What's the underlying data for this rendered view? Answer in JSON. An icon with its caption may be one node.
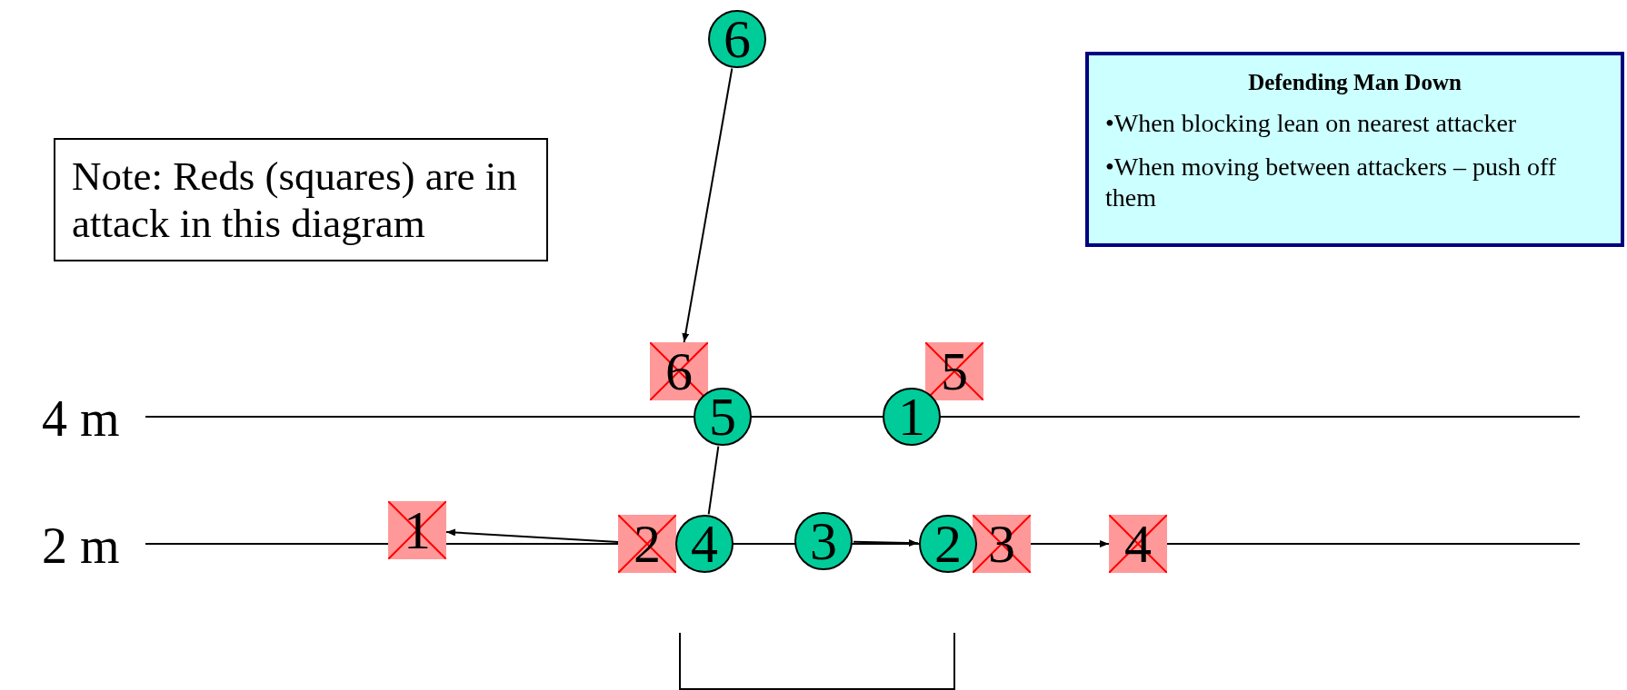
{
  "diagram": {
    "nodes": [
      {
        "text": [
          "Note: Reds (squares) are in attack in this diagram"
        ]
      },
      {
        "text": [
          "6"
        ]
      },
      {
        "text": [
          "Defending Man Down",
          "•When blocking lean on nearest attacker",
          "•When moving between attackers – push off them"
        ]
      },
      {
        "text": [
          "6"
        ]
      },
      {
        "text": [
          "5"
        ]
      },
      {
        "text": [
          "5"
        ]
      },
      {
        "text": [
          "1"
        ]
      },
      {
        "text": [
          "1"
        ]
      },
      {
        "text": [
          "2"
        ]
      },
      {
        "text": [
          "4"
        ]
      },
      {
        "text": [
          "3"
        ]
      },
      {
        "text": [
          "2"
        ]
      },
      {
        "text": [
          "3"
        ]
      },
      {
        "text": [
          "4"
        ]
      }
    ],
    "edges": [
      {
        "from": 1,
        "to": 3,
        "arrow": "to"
      },
      {
        "from": 5,
        "to": 9,
        "arrow": "none"
      },
      {
        "from": 8,
        "to": 7,
        "arrow": "to"
      },
      {
        "from": 10,
        "to": 11,
        "arrow": "to"
      },
      {
        "from": 12,
        "to": 13,
        "arrow": "to"
      }
    ],
    "labels": [
      "4 m",
      "2 m"
    ]
  }
}
